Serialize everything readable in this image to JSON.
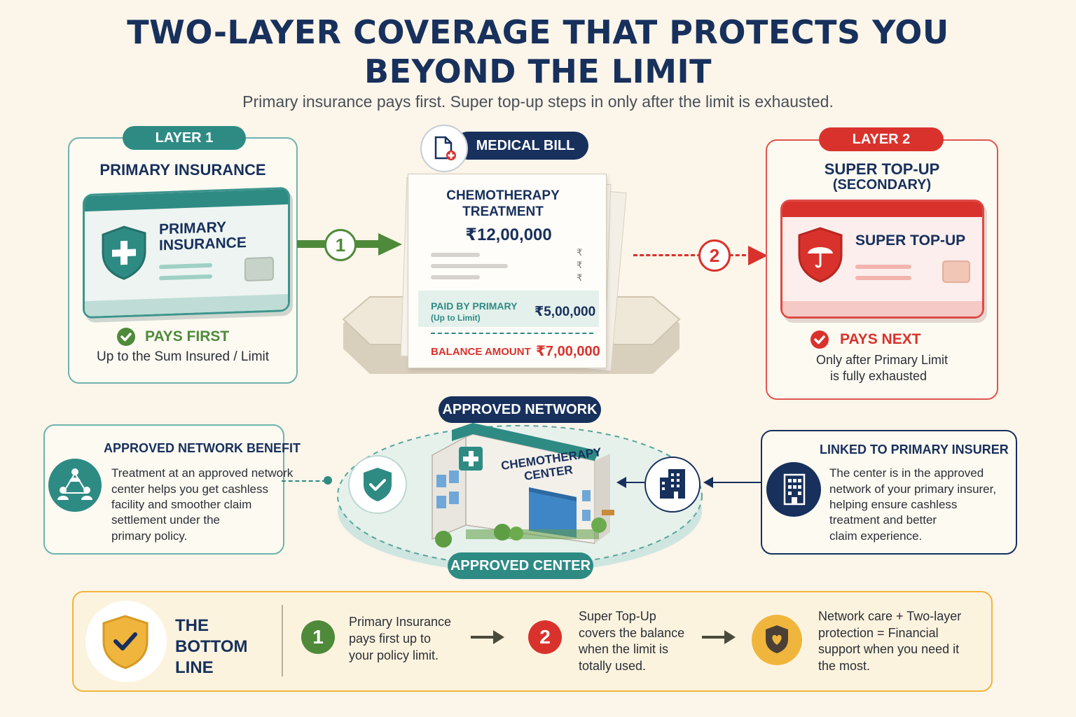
{
  "title_line1": "TWO-LAYER COVERAGE THAT PROTECTS YOU",
  "title_line2": "BEYOND THE LIMIT",
  "subtitle": "Primary insurance pays first. Super top-up steps in only after the limit is exhausted.",
  "layer1": {
    "badge": "LAYER 1",
    "heading": "PRIMARY INSURANCE",
    "card_label_1": "PRIMARY",
    "card_label_2": "INSURANCE",
    "status": "PAYS FIRST",
    "note": "Up to the Sum Insured / Limit",
    "accent": "#2e8b84"
  },
  "layer2": {
    "badge": "LAYER 2",
    "heading_1": "SUPER TOP-UP",
    "heading_2": "(SECONDARY)",
    "card_label": "SUPER TOP-UP",
    "status": "PAYS NEXT",
    "note_1": "Only after Primary Limit",
    "note_2": "is fully exhausted",
    "accent": "#d9322c"
  },
  "bill": {
    "badge": "MEDICAL BILL",
    "item_1": "CHEMOTHERAPY",
    "item_2": "TREATMENT",
    "total": "₹12,00,000",
    "rupee_marks": [
      "₹",
      "₹",
      "₹"
    ],
    "paid_label_1": "PAID BY PRIMARY",
    "paid_label_2": "(Up to Limit)",
    "paid_amount": "₹5,00,000",
    "balance_label": "BALANCE AMOUNT",
    "balance_amount": "₹7,00,000"
  },
  "steps": {
    "one": "1",
    "two": "2"
  },
  "network": {
    "top_badge": "APPROVED NETWORK",
    "bottom_badge": "APPROVED CENTER",
    "building_line_1": "CHEMOTHERAPY",
    "building_line_2": "CENTER"
  },
  "benefit": {
    "heading": "APPROVED NETWORK BENEFIT",
    "lines": [
      "Treatment at an approved network",
      "center helps you get cashless",
      "facility and smoother claim",
      "settlement under the",
      "primary policy."
    ]
  },
  "linked": {
    "heading": "LINKED TO PRIMARY INSURER",
    "lines": [
      "The center is in the approved",
      "network of your primary insurer,",
      "helping ensure cashless",
      "treatment and better",
      "claim experience."
    ]
  },
  "bottom": {
    "heading_lines": [
      "THE",
      "BOTTOM",
      "LINE"
    ],
    "step1_lines": [
      "Primary Insurance",
      "pays first up to",
      "your policy limit."
    ],
    "step2_lines": [
      "Super Top-Up",
      "covers the balance",
      "when the limit is",
      "totally used."
    ],
    "step3_lines": [
      "Network care + Two-layer",
      "protection = Financial",
      "support when you need it",
      "the most."
    ]
  },
  "colors": {
    "navy": "#17305c",
    "teal": "#2e8b84",
    "red": "#d9322c",
    "green": "#4f8a3a",
    "gold": "#f0b53c"
  },
  "icons": [
    "shield-plus-icon",
    "check-icon",
    "umbrella-shield-icon",
    "chip-icon",
    "bill-icon",
    "network-people-icon",
    "shield-check-icon",
    "building-icon",
    "gold-shield-check-icon",
    "heart-shield-icon",
    "arrow-right-icon"
  ]
}
